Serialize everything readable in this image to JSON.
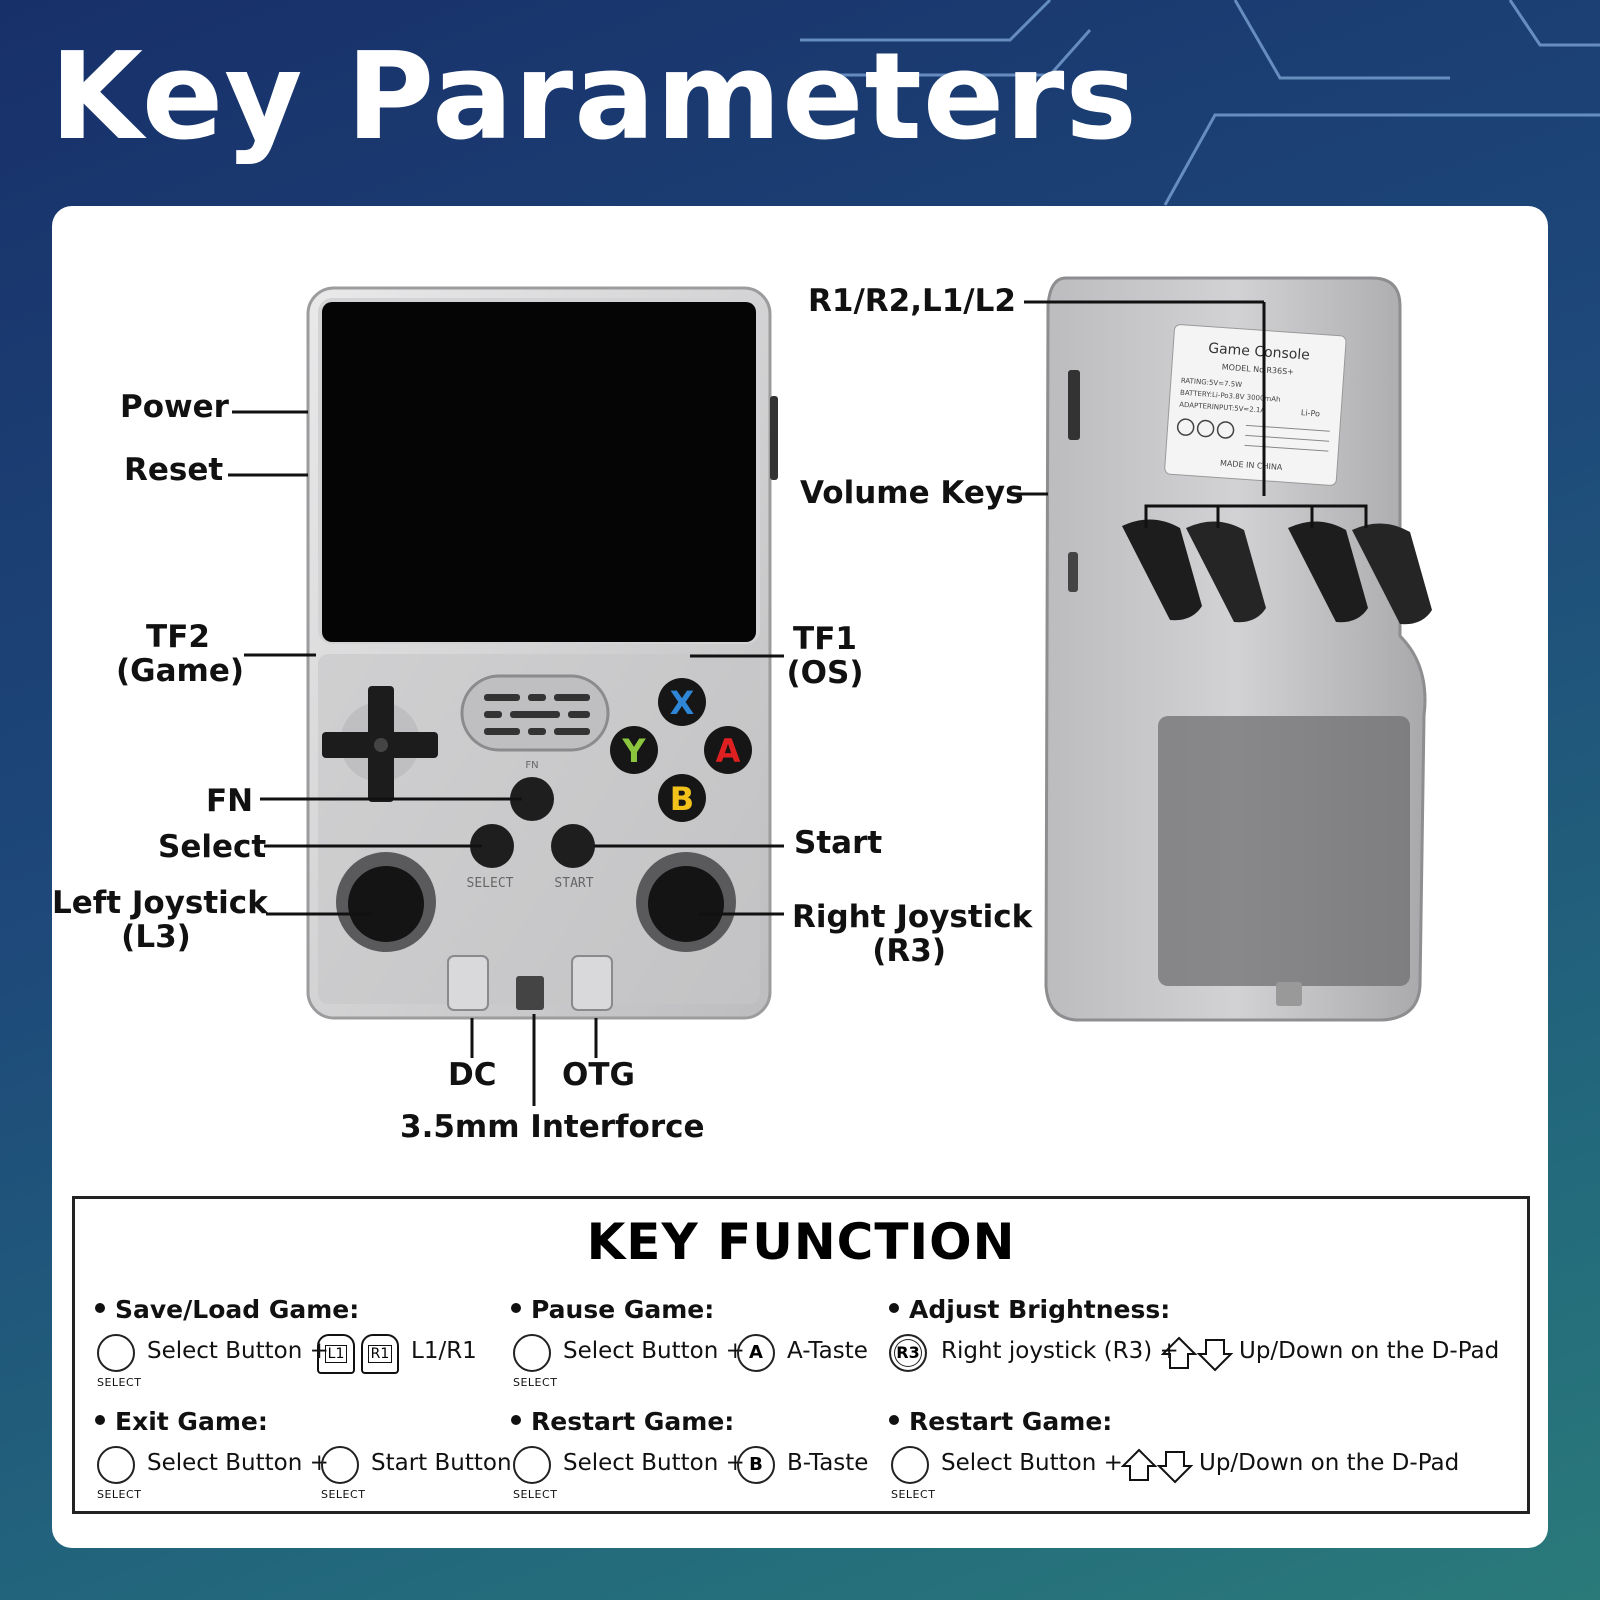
{
  "header": {
    "title": "Key Parameters"
  },
  "labels": {
    "power": "Power",
    "reset": "Reset",
    "tf2_line1": "TF2",
    "tf2_line2": "(Game)",
    "tf1_line1": "TF1",
    "tf1_line2": "(OS)",
    "fn": "FN",
    "select": "Select",
    "start": "Start",
    "left_joystick_line1": "Left Joystick",
    "left_joystick_line2": "(L3)",
    "right_joystick_line1": "Right Joystick",
    "right_joystick_line2": "(R3)",
    "dc": "DC",
    "otg": "OTG",
    "audio": "3.5mm Interforce",
    "shoulders": "R1/R2,L1/L2",
    "volume": "Volume Keys"
  },
  "device_buttons": {
    "x": "X",
    "y": "Y",
    "a": "A",
    "b": "B",
    "select_print": "SELECT",
    "start_print": "START",
    "fn_print": "FN"
  },
  "back_label": {
    "line1": "Game Console",
    "line2": "MODEL No.R36S+",
    "line3": "RATING:5V=7.5W",
    "line4": "BATTERY:Li-Po3.8V 3000mAh",
    "line5": "ADAPTERINPUT:5V=2.1A",
    "line6": "MADE IN CHINA",
    "lipo": "Li-Po"
  },
  "colors": {
    "x_button": "#2f86d6",
    "y_button": "#8cc63f",
    "a_button": "#e02020",
    "b_button": "#f2c21b"
  },
  "key_function": {
    "title": "KEY FUNCTION",
    "caption": "SELECT",
    "save_load": {
      "title": "Save/Load Game:",
      "text1": "Select Button +",
      "l1": "L1",
      "r1": "R1",
      "text2": "L1/R1"
    },
    "pause": {
      "title": "Pause Game:",
      "text1": "Select Button +",
      "key": "A",
      "text2": "A-Taste"
    },
    "brightness": {
      "title": "Adjust Brightness:",
      "key": "R3",
      "text1": "Right joystick (R3) +",
      "icon1": "arrow-up-icon",
      "icon2": "arrow-down-icon",
      "text2": "Up/Down on the D-Pad"
    },
    "exit": {
      "title": "Exit Game:",
      "text1": "Select Button +",
      "text2": "Start Button"
    },
    "restart1": {
      "title": "Restart Game:",
      "text1": "Select Button +",
      "key": "B",
      "text2": "B-Taste"
    },
    "restart2": {
      "title": "Restart Game:",
      "text1": "Select Button +",
      "text2": "Up/Down on the D-Pad"
    }
  }
}
